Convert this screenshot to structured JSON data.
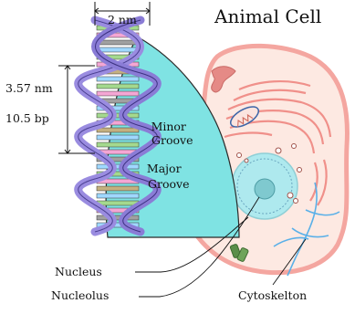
{
  "title": "Animal Cell",
  "dna": {
    "width_label": "2 nm",
    "pitch_length_label": "3.57 nm",
    "pitch_bp_label": "10.5 bp",
    "minor_groove": [
      "Minor",
      "Groove"
    ],
    "major_groove": [
      "Major",
      "Groove"
    ]
  },
  "cell_labels": {
    "nucleus": "Nucleus",
    "nucleolus": "Nucleolus",
    "cytoskeleton": "Cytoskelton"
  },
  "colors": {
    "membrane": "#f4a6a0",
    "cytoplasm": "#fde9e2",
    "nucleus": "#aee9ee",
    "wedge": "#7fe3e3",
    "helix_strand": "#9a8ce0",
    "cytoskeleton": "#5ab0e8"
  }
}
